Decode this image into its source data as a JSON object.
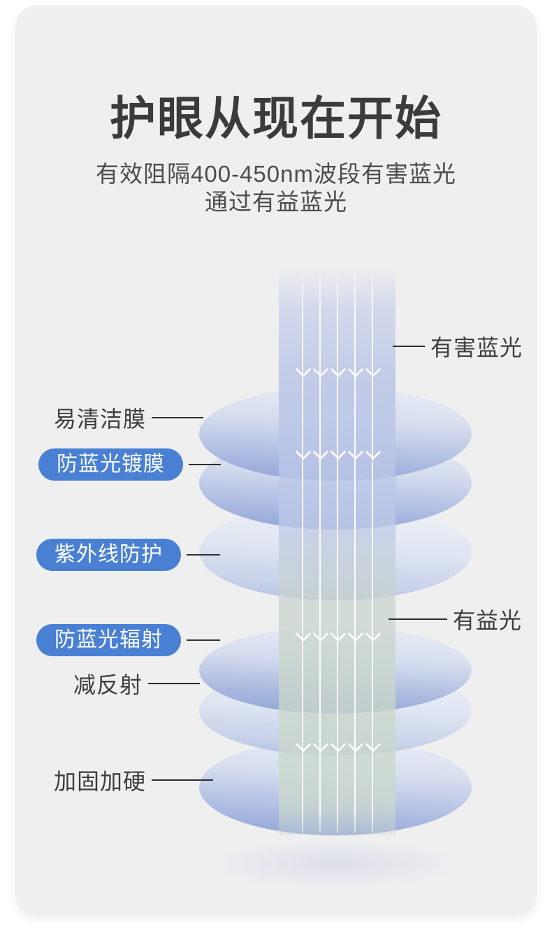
{
  "colors": {
    "card_background": "#efeff0",
    "pill_background": "#4a80d4",
    "pill_text": "#ffffff",
    "title_text": "#3b3b3b",
    "beam_blue": "#bcc7e8",
    "beam_green": "#cbd8cd",
    "lens_blue": "#93a6d8",
    "callout_line": "#2f2f2f"
  },
  "header": {
    "title": "护眼从现在开始",
    "subtitle_line1": "有效阻隔400-450nm波段有害蓝光",
    "subtitle_line2": "通过有益蓝光"
  },
  "diagram": {
    "beam_labels": {
      "harmful": "有害蓝光",
      "beneficial": "有益光"
    },
    "layers": [
      {
        "label": "易清洁膜",
        "pill": false
      },
      {
        "label": "防蓝光镀膜",
        "pill": true
      },
      {
        "label": "紫外线防护",
        "pill": true
      },
      {
        "label": "防蓝光辐射",
        "pill": true
      },
      {
        "label": "减反射",
        "pill": false
      },
      {
        "label": "加固加硬",
        "pill": false
      }
    ]
  }
}
